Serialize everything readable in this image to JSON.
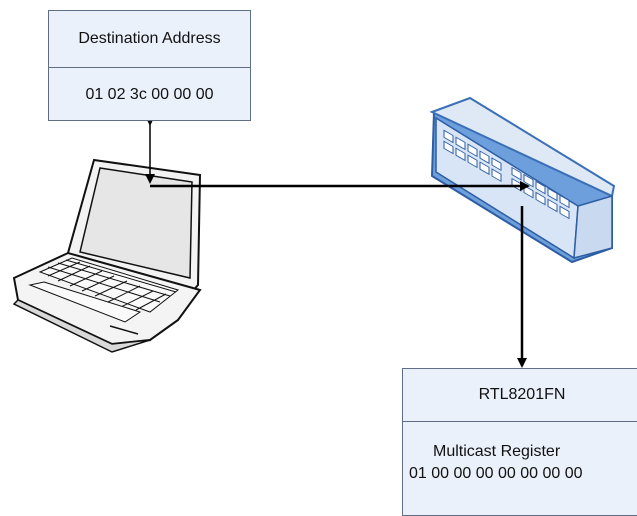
{
  "destination": {
    "title": "Destination Address",
    "value": "01 02 3c  00 00 00"
  },
  "phy": {
    "title": "RTL8201FN",
    "register_label": "Multicast Register",
    "register_value": "01 00 00 00 00 00 00 00"
  },
  "icons": [
    "laptop-icon",
    "network-switch-icon"
  ],
  "colors": {
    "box_fill": "#eaf1fb",
    "box_border": "#5f6e85",
    "switch_body": "#cfe0f5",
    "switch_edge": "#3b6fb6"
  }
}
